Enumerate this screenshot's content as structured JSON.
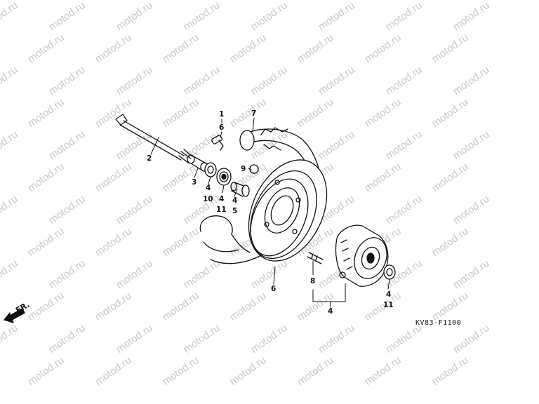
{
  "watermark": {
    "text": "motod.ru"
  },
  "direction": {
    "text": "FR."
  },
  "diagram_code": "KV83-F1100",
  "callouts": [
    {
      "id": "1",
      "text": "1"
    },
    {
      "id": "6a",
      "text": "6"
    },
    {
      "id": "7",
      "text": "7"
    },
    {
      "id": "2",
      "text": "2"
    },
    {
      "id": "9",
      "text": "9"
    },
    {
      "id": "3",
      "text": "3"
    },
    {
      "id": "4a",
      "text": "4"
    },
    {
      "id": "10",
      "text": "10"
    },
    {
      "id": "4b",
      "text": "4"
    },
    {
      "id": "11a",
      "text": "11"
    },
    {
      "id": "4c",
      "text": "4"
    },
    {
      "id": "5",
      "text": "5"
    },
    {
      "id": "6b",
      "text": "6"
    },
    {
      "id": "8",
      "text": "8"
    },
    {
      "id": "4d",
      "text": "4"
    },
    {
      "id": "4e",
      "text": "4"
    },
    {
      "id": "11b",
      "text": "11"
    }
  ]
}
